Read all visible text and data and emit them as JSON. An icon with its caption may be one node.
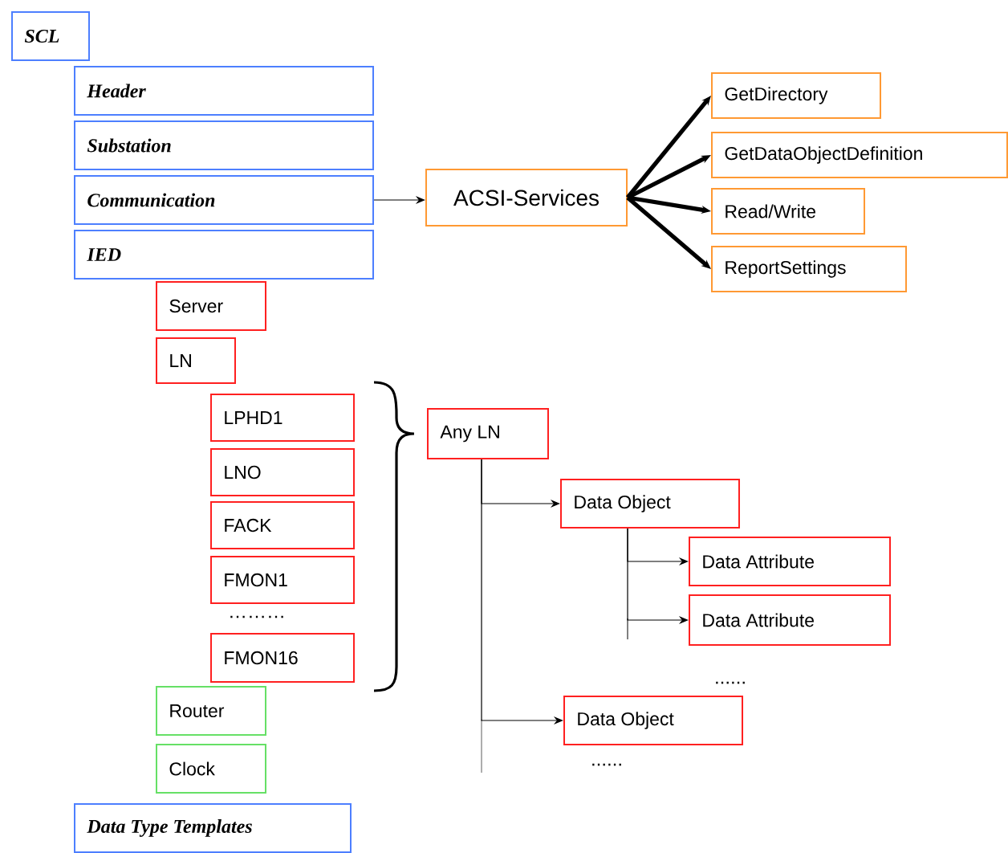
{
  "diagram": {
    "nodes": [
      {
        "text": [
          "SCL"
        ]
      },
      {
        "text": [
          "Header"
        ]
      },
      {
        "text": [
          "Substation"
        ]
      },
      {
        "text": [
          "Communication"
        ]
      },
      {
        "text": [
          "IED"
        ]
      },
      {
        "text": [
          "Server"
        ]
      },
      {
        "text": [
          "LN"
        ]
      },
      {
        "text": [
          "LPHD1"
        ]
      },
      {
        "text": [
          "LNO"
        ]
      },
      {
        "text": [
          "FACK"
        ]
      },
      {
        "text": [
          "FMON1"
        ]
      },
      {
        "text": [
          "FMON16"
        ]
      },
      {
        "text": [
          "Router"
        ]
      },
      {
        "text": [
          "Clock"
        ]
      },
      {
        "text": [
          "Data Type Templates"
        ]
      },
      {
        "text": [
          "ACSI-Services"
        ]
      },
      {
        "text": [
          "GetDirectory"
        ]
      },
      {
        "text": [
          "GetDataObjectDefinition"
        ]
      },
      {
        "text": [
          "Read/Write"
        ]
      },
      {
        "text": [
          "ReportSettings"
        ]
      },
      {
        "text": [
          "Any LN"
        ]
      },
      {
        "text": [
          "Data Object"
        ]
      },
      {
        "text": [
          "Data Attribute"
        ]
      },
      {
        "text": [
          "Data Attribute"
        ]
      },
      {
        "text": [
          "Data Object"
        ]
      }
    ],
    "edges": [
      {
        "from": 3,
        "to": 15,
        "arrow": "to"
      },
      {
        "from": 15,
        "to": 16,
        "arrow": "to",
        "style": "thick"
      },
      {
        "from": 15,
        "to": 17,
        "arrow": "to",
        "style": "thick"
      },
      {
        "from": 15,
        "to": 18,
        "arrow": "to",
        "style": "thick"
      },
      {
        "from": 15,
        "to": 19,
        "arrow": "to",
        "style": "thick"
      },
      {
        "from": 20,
        "to": 21,
        "arrow": "to"
      },
      {
        "from": 20,
        "to": 24,
        "arrow": "to"
      },
      {
        "from": 21,
        "to": 22,
        "arrow": "to"
      },
      {
        "from": 21,
        "to": 23,
        "arrow": "to"
      }
    ],
    "labels": [
      "………",
      "......",
      "......"
    ]
  }
}
